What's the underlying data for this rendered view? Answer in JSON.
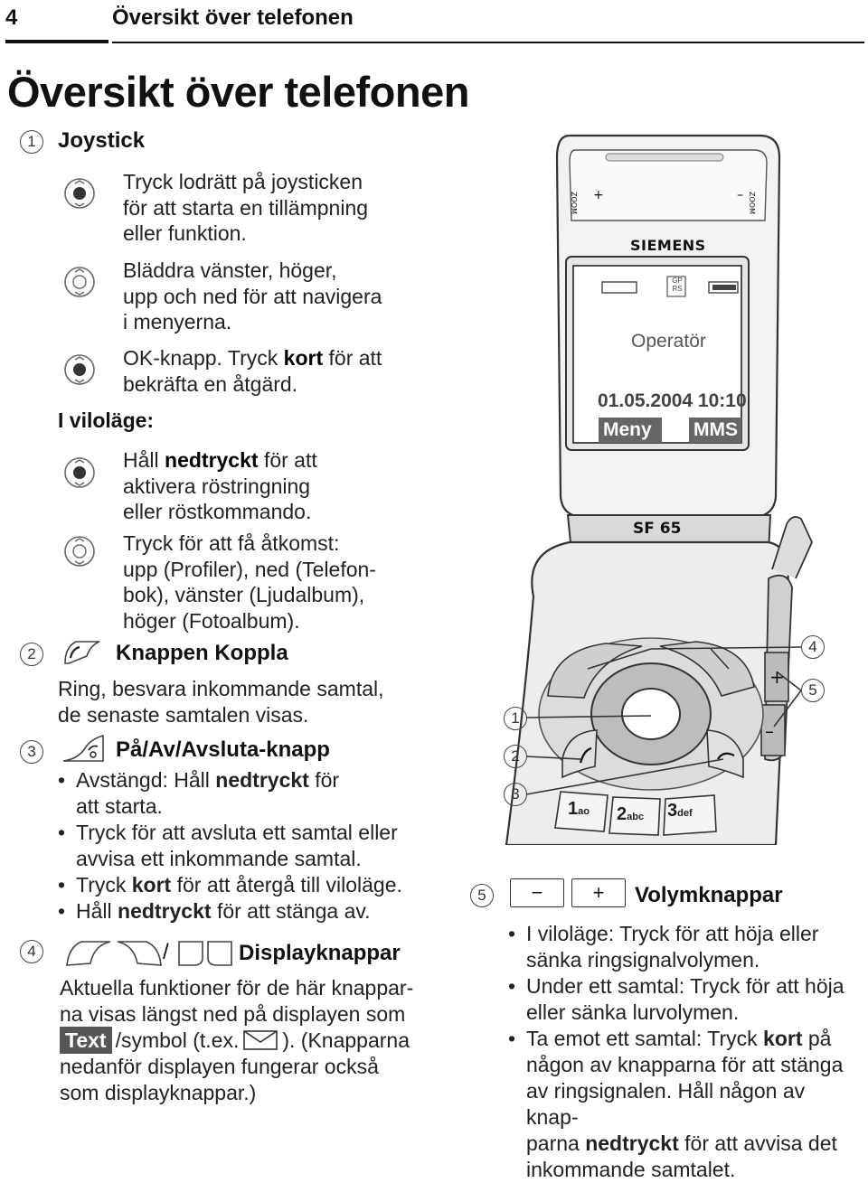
{
  "header": {
    "page_number": "4",
    "running_title": "Översikt över telefonen"
  },
  "title": "Översikt över telefonen",
  "joystick": {
    "number": "1",
    "heading": "Joystick",
    "items": [
      [
        "Tryck lodrätt på joysticken",
        "för att starta en tillämpning",
        "eller funktion."
      ],
      [
        "Bläddra vänster, höger,",
        "upp och ned för att navigera",
        "i menyerna."
      ]
    ],
    "ok_line1_pre": "OK-knapp. Tryck ",
    "ok_line1_bold": "kort",
    "ok_line1_post": " för att",
    "ok_line2": "bekräfta en åtgärd.",
    "idle_label": "I viloläge:",
    "hold_pre": "Håll ",
    "hold_bold": "nedtryckt",
    "hold_post": " för att",
    "hold_line2": "aktivera röstringning",
    "hold_line3": "eller röstkommando.",
    "access": [
      "Tryck för att få åtkomst:",
      "upp (Profiler), ned (Telefon-",
      "bok), vänster (Ljudalbum),",
      "höger (Fotoalbum)."
    ]
  },
  "call_key": {
    "number": "2",
    "heading": "Knappen Koppla",
    "lines": [
      "Ring, besvara inkommande samtal,",
      "de senaste samtalen visas."
    ]
  },
  "power_key": {
    "number": "3",
    "heading": "På/Av/Avsluta-knapp",
    "b1_pre": "Avstängd: Håll ",
    "b1_bold": "nedtryckt",
    "b1_post": " för",
    "b1_line2": "att starta.",
    "b2": "Tryck för att avsluta ett samtal eller",
    "b2_line2": "avvisa ett inkommande samtal.",
    "b3_pre": "Tryck ",
    "b3_bold": "kort",
    "b3_post": " för att återgå till viloläge.",
    "b4_pre": "Håll ",
    "b4_bold": "nedtryckt",
    "b4_post": " för att stänga av."
  },
  "display_keys": {
    "number": "4",
    "separator": "/",
    "heading": "Displayknappar",
    "line1": "Aktuella funktioner för de här knappar-",
    "line2": "na visas längst ned på displayen som",
    "badge": "Text",
    "line3_post": "/symbol (t.ex.",
    "line3_end": "). (Knapparna",
    "line4": "nedanför displayen fungerar också",
    "line5": "som displayknappar.)"
  },
  "volume": {
    "number": "5",
    "minus": "−",
    "plus": "+",
    "heading": "Volymknappar",
    "b1": "I viloläge: Tryck för att höja eller",
    "b1_line2": "sänka ringsignalvolymen.",
    "b2": "Under ett samtal: Tryck för att höja",
    "b2_line2": "eller sänka lurvolymen.",
    "b3_pre": "Ta emot ett samtal: Tryck ",
    "b3_bold": "kort",
    "b3_post": " på",
    "b3_line2": "någon av knapparna för att stänga",
    "b3_line3": "av ringsignalen. Håll någon av knap-",
    "b3_line4_pre": "parna ",
    "b3_line4_bold": "nedtryckt",
    "b3_line4_post": " för att avvisa det",
    "b3_line5": "inkommande samtalet."
  },
  "phone": {
    "brand": "SIEMENS",
    "model": "SF 65",
    "zoom": "ZOOM",
    "plus": "+",
    "minus": "–",
    "gprs_top": "GP",
    "gprs_bottom": "RS",
    "operator": "Operatör",
    "datetime": "01.05.2004 10:10",
    "softkey_left": "Meny",
    "softkey_right": "MMS",
    "callouts": [
      "1",
      "2",
      "3",
      "4",
      "5"
    ],
    "key1": "1",
    "key1_sub": "ao",
    "key2": "2",
    "key2_sub": "abc",
    "key3": "3",
    "key3_sub": "def"
  }
}
